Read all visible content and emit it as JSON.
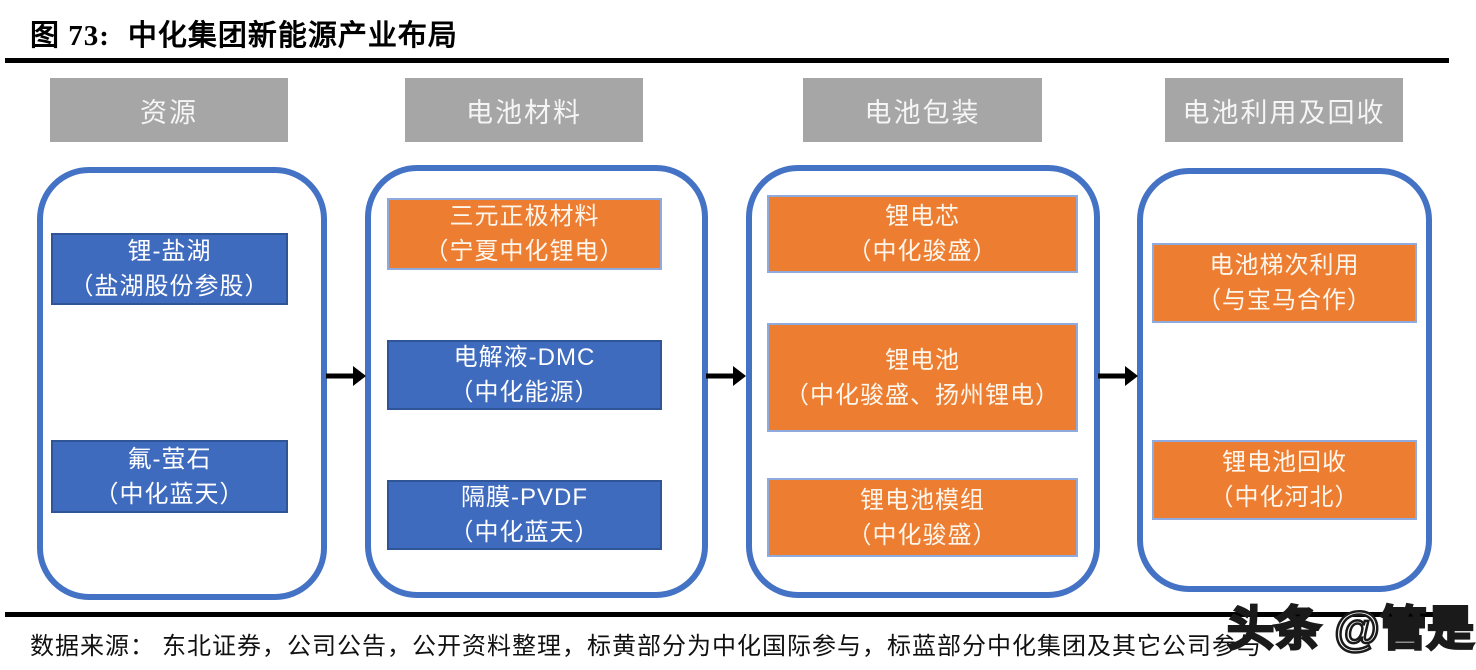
{
  "figure": {
    "label": "图 73:",
    "title": "中化集团新能源产业布局"
  },
  "columns": [
    {
      "header": "资源",
      "boxes": [
        {
          "line1": "锂-盐湖",
          "line2": "（盐湖股份参股）",
          "color": "blue"
        },
        {
          "line1": "氟-萤石",
          "line2": "（中化蓝天）",
          "color": "blue"
        }
      ]
    },
    {
      "header": "电池材料",
      "boxes": [
        {
          "line1": "三元正极材料",
          "line2": "（宁夏中化锂电）",
          "color": "orange"
        },
        {
          "line1": "电解液-DMC",
          "line2": "（中化能源）",
          "color": "blue"
        },
        {
          "line1": "隔膜-PVDF",
          "line2": "（中化蓝天）",
          "color": "blue"
        }
      ]
    },
    {
      "header": "电池包装",
      "boxes": [
        {
          "line1": "锂电芯",
          "line2": "（中化骏盛）",
          "color": "orange"
        },
        {
          "line1": "锂电池",
          "line2": "（中化骏盛、扬州锂电）",
          "color": "orange"
        },
        {
          "line1": "锂电池模组",
          "line2": "（中化骏盛）",
          "color": "orange"
        }
      ]
    },
    {
      "header": "电池利用及回收",
      "boxes": [
        {
          "line1": "电池梯次利用",
          "line2": "（与宝马合作）",
          "color": "orange"
        },
        {
          "line1": "锂电池回收",
          "line2": "（中化河北）",
          "color": "orange"
        }
      ]
    }
  ],
  "source_note": "数据来源： 东北证券，公司公告，公开资料整理，标黄部分为中化国际参与，标蓝部分中化集团及其它公司参与",
  "watermark": "头条 @管是",
  "colors": {
    "blue_box": "#3F6BBF",
    "orange_box": "#ED7D31",
    "gray_header": "#A6A6A6",
    "container_border": "#4472C4",
    "arrow": "#000000"
  }
}
